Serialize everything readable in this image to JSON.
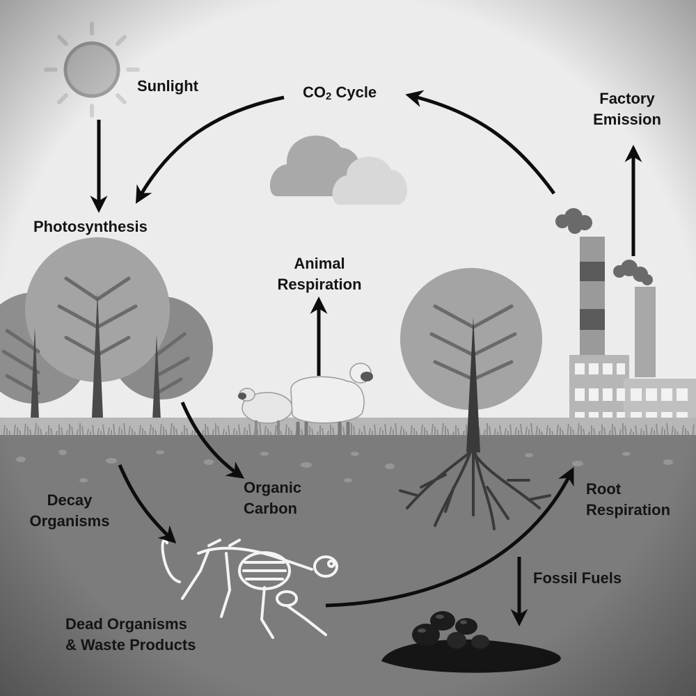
{
  "labels": {
    "sunlight": "Sunlight",
    "co2_prefix": "CO",
    "co2_subscript": "2",
    "co2_suffix": " Cycle",
    "factory_emission_line1": "Factory",
    "factory_emission_line2": "Emission",
    "photosynthesis": "Photosynthesis",
    "animal_respiration_line1": "Animal",
    "animal_respiration_line2": "Respiration",
    "organic_carbon_line1": "Organic",
    "organic_carbon_line2": "Carbon",
    "decay_organisms_line1": "Decay",
    "decay_organisms_line2": "Organisms",
    "root_respiration_line1": "Root",
    "root_respiration_line2": "Respiration",
    "fossil_fuels": "Fossil Fuels",
    "dead_organisms_line1": "Dead Organisms",
    "dead_organisms_line2": "& Waste Products"
  },
  "icons": {
    "sun": "sun-icon",
    "cloud": "cloud-icon",
    "tree": "tree-icon",
    "sheep": "sheep-icon",
    "factory": "factory-icon",
    "skeleton": "skeleton-icon",
    "fossil_fuel": "oil-puddle-icon"
  },
  "colors": {
    "sky": "#ececec",
    "ground": "#7c7c7c",
    "arrow": "#0d0d0d",
    "tree_crown": "#a4a4a4",
    "trunk": "#4a4a4a"
  }
}
